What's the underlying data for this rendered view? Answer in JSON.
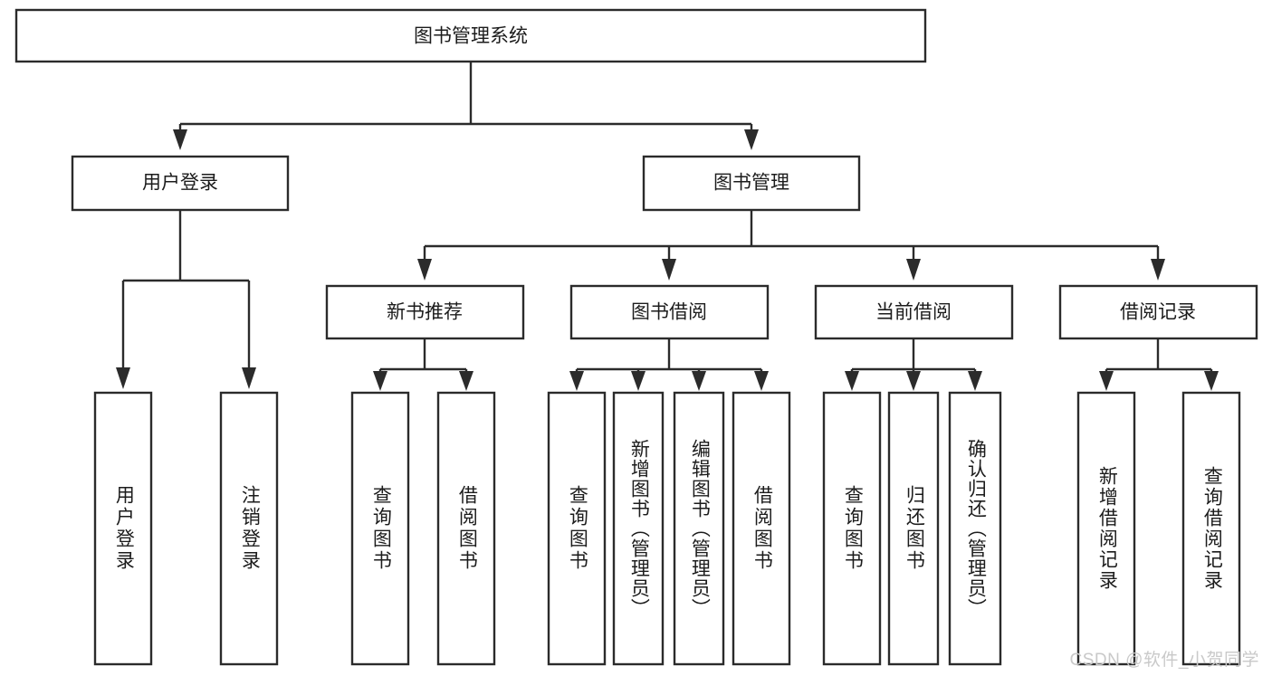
{
  "diagram": {
    "type": "tree-hierarchy-flowchart",
    "title": "图书管理系统",
    "watermark": "CSDN @软件_小贺同学",
    "colors": {
      "box_fill": "#ffffff",
      "box_stroke": "#2b2b2b",
      "connector": "#2b2b2b",
      "text": "#1c1c1c",
      "background": "#ffffff",
      "watermark": "#c9c9c9"
    },
    "levels": [
      {
        "level": 1,
        "nodes": [
          {
            "id": "root",
            "label": "图书管理系统",
            "orientation": "horizontal"
          }
        ]
      },
      {
        "level": 2,
        "nodes": [
          {
            "id": "login",
            "label": "用户登录",
            "orientation": "horizontal",
            "parent": "root"
          },
          {
            "id": "bookmgmt",
            "label": "图书管理",
            "orientation": "horizontal",
            "parent": "root"
          }
        ]
      },
      {
        "level": 3,
        "nodes": [
          {
            "id": "newbook",
            "label": "新书推荐",
            "orientation": "horizontal",
            "parent": "bookmgmt"
          },
          {
            "id": "borrow",
            "label": "图书借阅",
            "orientation": "horizontal",
            "parent": "bookmgmt"
          },
          {
            "id": "current",
            "label": "当前借阅",
            "orientation": "horizontal",
            "parent": "bookmgmt"
          },
          {
            "id": "records",
            "label": "借阅记录",
            "orientation": "horizontal",
            "parent": "bookmgmt"
          }
        ]
      },
      {
        "level": 4,
        "nodes": [
          {
            "id": "leaf1",
            "label": "用户登录",
            "orientation": "vertical",
            "parent": "login"
          },
          {
            "id": "leaf2",
            "label": "注销登录",
            "orientation": "vertical",
            "parent": "login"
          },
          {
            "id": "leaf3",
            "label": "查询图书",
            "orientation": "vertical",
            "parent": "newbook"
          },
          {
            "id": "leaf4",
            "label": "借阅图书",
            "orientation": "vertical",
            "parent": "newbook"
          },
          {
            "id": "leaf5",
            "label": "查询图书",
            "orientation": "vertical",
            "parent": "borrow"
          },
          {
            "id": "leaf6",
            "label": "新增图书（管理员）",
            "orientation": "vertical",
            "parent": "borrow"
          },
          {
            "id": "leaf7",
            "label": "编辑图书（管理员）",
            "orientation": "vertical",
            "parent": "borrow"
          },
          {
            "id": "leaf8",
            "label": "借阅图书",
            "orientation": "vertical",
            "parent": "borrow"
          },
          {
            "id": "leaf9",
            "label": "查询图书",
            "orientation": "vertical",
            "parent": "current"
          },
          {
            "id": "leaf10",
            "label": "归还图书",
            "orientation": "vertical",
            "parent": "current"
          },
          {
            "id": "leaf11",
            "label": "确认归还（管理员）",
            "orientation": "vertical",
            "parent": "current"
          },
          {
            "id": "leaf12",
            "label": "新增借阅记录",
            "orientation": "vertical",
            "parent": "records"
          },
          {
            "id": "leaf13",
            "label": "查询借阅记录",
            "orientation": "vertical",
            "parent": "records"
          }
        ]
      }
    ]
  }
}
